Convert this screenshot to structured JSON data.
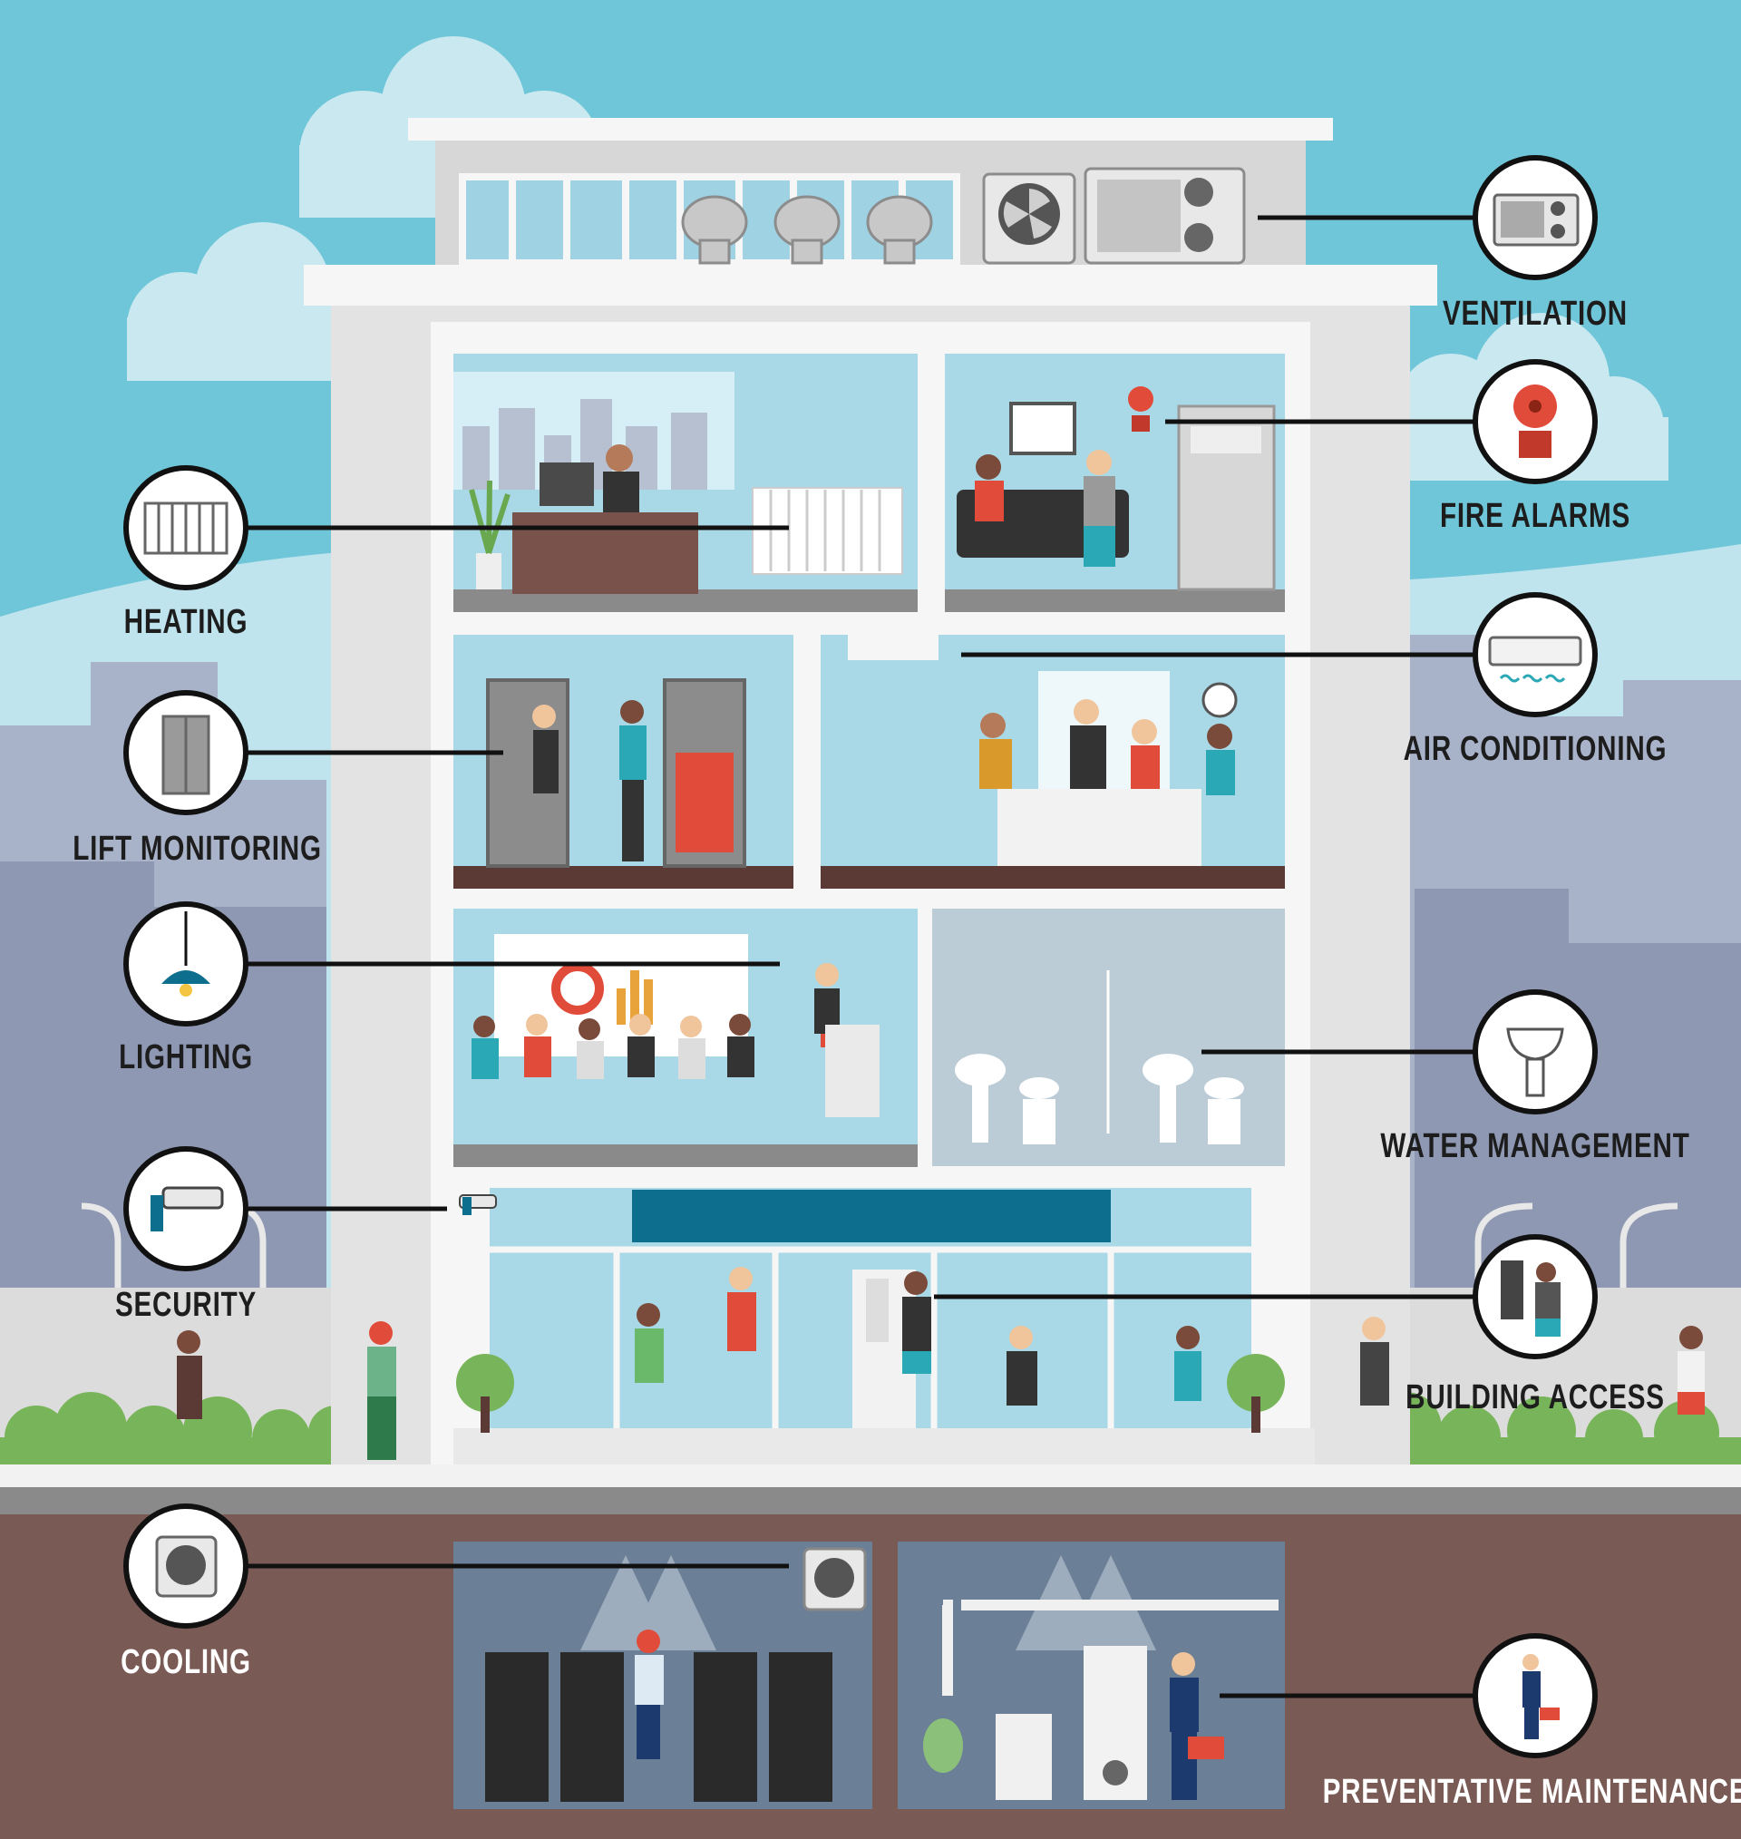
{
  "callouts": {
    "ventilation": "VENTILATION",
    "fire_alarms": "FIRE ALARMS",
    "air_conditioning": "AIR CONDITIONING",
    "water_management": "WATER MANAGEMENT",
    "building_access": "BUILDING ACCESS",
    "preventative_maintenance": "PREVENTATIVE MAINTENANCE",
    "heating": "HEATING",
    "lift_monitoring": "LIFT MONITORING",
    "lighting": "LIGHTING",
    "security": "SECURITY",
    "cooling": "COOLING"
  },
  "icons": {
    "ventilation": "ventilation-unit-icon",
    "fire_alarms": "fire-alarm-bell-icon",
    "air_conditioning": "air-conditioner-icon",
    "water_management": "sink-icon",
    "building_access": "access-panel-icon",
    "preventative_maintenance": "technician-icon",
    "heating": "radiator-icon",
    "lift_monitoring": "elevator-icon",
    "lighting": "pendant-lamp-icon",
    "security": "cctv-camera-icon",
    "cooling": "cooling-fan-icon"
  },
  "colors": {
    "sky": "#6fc6d8",
    "building": "#ededed",
    "room": "#a9d8e6",
    "floor_dark": "#5b3a36",
    "ground": "#7a5a55",
    "accent_red": "#e14b3a",
    "accent_teal": "#0e6e8e"
  }
}
